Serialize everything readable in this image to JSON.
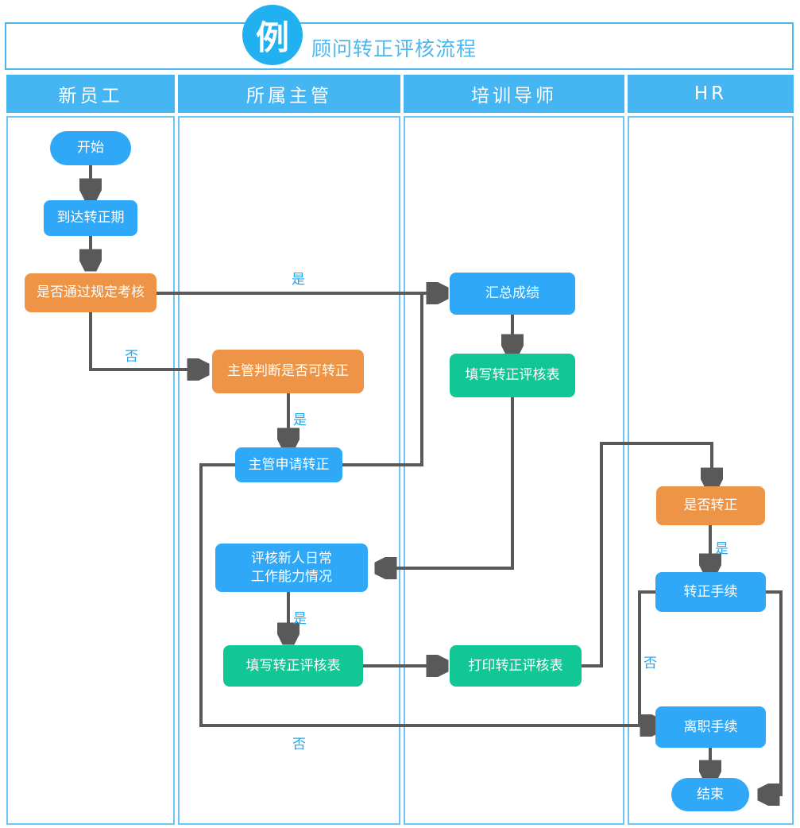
{
  "header": {
    "badge": "例",
    "title": "顾问转正评核流程"
  },
  "lanes": [
    {
      "name": "新员工"
    },
    {
      "name": "所属主管"
    },
    {
      "name": "培训导师"
    },
    {
      "name": "HR"
    }
  ],
  "nodes": [
    {
      "id": "start",
      "label": "开始",
      "lane": 0,
      "shape": "pill",
      "color": "blue"
    },
    {
      "id": "arrive",
      "label": "到达转正期",
      "lane": 0,
      "shape": "rect",
      "color": "blue"
    },
    {
      "id": "pass_exam",
      "label": "是否通过规定考核",
      "lane": 0,
      "shape": "rect",
      "color": "orange"
    },
    {
      "id": "mgr_judge",
      "label": "主管判断是否可转正",
      "lane": 1,
      "shape": "rect",
      "color": "orange"
    },
    {
      "id": "mgr_apply",
      "label": "主管申请转正",
      "lane": 1,
      "shape": "rect",
      "color": "blue"
    },
    {
      "id": "eval_daily",
      "label": "评核新人日常\n工作能力情况",
      "lane": 1,
      "shape": "rect",
      "color": "blue"
    },
    {
      "id": "fill_form2",
      "label": "填写转正评核表",
      "lane": 1,
      "shape": "rect",
      "color": "green"
    },
    {
      "id": "sum_score",
      "label": "汇总成绩",
      "lane": 2,
      "shape": "rect",
      "color": "blue"
    },
    {
      "id": "fill_form1",
      "label": "填写转正评核表",
      "lane": 2,
      "shape": "rect",
      "color": "green"
    },
    {
      "id": "print_form",
      "label": "打印转正评核表",
      "lane": 2,
      "shape": "rect",
      "color": "green"
    },
    {
      "id": "is_regular",
      "label": "是否转正",
      "lane": 3,
      "shape": "rect",
      "color": "orange"
    },
    {
      "id": "regular_pr",
      "label": "转正手续",
      "lane": 3,
      "shape": "rect",
      "color": "blue"
    },
    {
      "id": "leave_pr",
      "label": "离职手续",
      "lane": 3,
      "shape": "rect",
      "color": "blue"
    },
    {
      "id": "end",
      "label": "结束",
      "lane": 3,
      "shape": "pill",
      "color": "blue"
    }
  ],
  "edge_labels": [
    {
      "id": "yes_exam",
      "text": "是"
    },
    {
      "id": "no_exam",
      "text": "否"
    },
    {
      "id": "yes_judge",
      "text": "是"
    },
    {
      "id": "yes_eval",
      "text": "是"
    },
    {
      "id": "yes_regular",
      "text": "是"
    },
    {
      "id": "no_regular",
      "text": "否"
    },
    {
      "id": "no_apply",
      "text": "否"
    }
  ],
  "colors": {
    "blue": "#2fa8f7",
    "orange": "#ed9446",
    "green": "#11c795",
    "lane_header": "#45b6f2",
    "lane_border": "#6cc5f5",
    "line": "#595959",
    "label": "#22a7f0"
  }
}
